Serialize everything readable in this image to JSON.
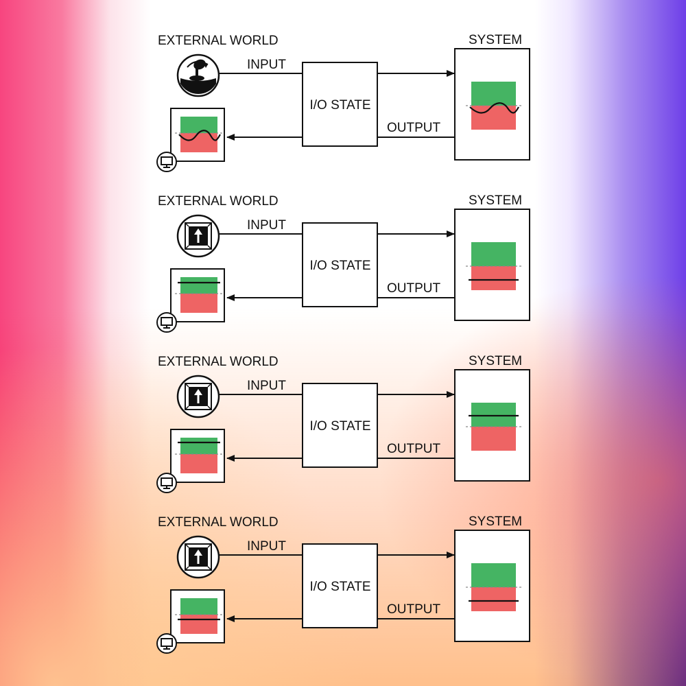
{
  "labels": {
    "external_world": "EXTERNAL WORLD",
    "input": "INPUT",
    "io_state": "I/O STATE",
    "output": "OUTPUT",
    "system": "SYSTEM"
  },
  "colors": {
    "green": "#45b463",
    "red": "#ee6464",
    "line": "#111111",
    "dashed": "#888888"
  },
  "rows": [
    {
      "input_device": "joystick-icon",
      "display_icon": "monitor-icon",
      "system_marker": "wave",
      "display_marker": "wave"
    },
    {
      "input_device": "arrow-key-icon",
      "display_icon": "monitor-icon",
      "system_marker": "line-below-threshold",
      "display_marker": "line-above-threshold"
    },
    {
      "input_device": "arrow-key-icon",
      "display_icon": "monitor-icon",
      "system_marker": "line-above-threshold",
      "display_marker": "line-top"
    },
    {
      "input_device": "arrow-key-icon",
      "display_icon": "monitor-icon",
      "system_marker": "line-below-threshold",
      "display_marker": "line-near-threshold"
    }
  ]
}
